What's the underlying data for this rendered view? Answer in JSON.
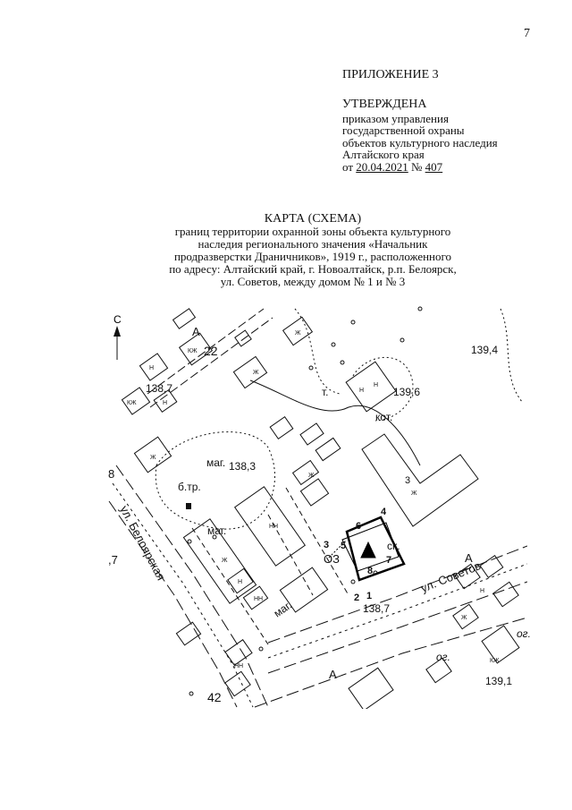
{
  "page_number": "7",
  "appendix": "ПРИЛОЖЕНИЕ 3",
  "approval": {
    "title": "УТВЕРЖДЕНА",
    "line1": "приказом управления",
    "line2": "государственной охраны",
    "line3": "объектов культурного наследия",
    "line4": "Алтайского края",
    "from_label": "от",
    "date": "20.04.2021",
    "number_label": "№",
    "number": "407"
  },
  "title": {
    "main": "КАРТА (СХЕМА)",
    "line1": "границ территории охранной зоны объекта культурного",
    "line2": "наследия регионального значения «Начальник",
    "line3": "продразверстки Драничников», 1919 г., расположенного",
    "line4": "по адресу: Алтайский край, г. Новоалтайск, р.п. Белоярск,",
    "line5": "ул. Советов, между домом № 1 и № 3"
  },
  "map": {
    "north": "С",
    "elevations": [
      "139,4",
      "138,7",
      "139,6",
      "138,3",
      "138,7",
      "139,1"
    ],
    "streets": [
      "ул. Белоярская",
      "ул. Советов"
    ],
    "labels": {
      "shop": "маг.",
      "b_tr": "б.тр.",
      "kot": "кот.",
      "t": "т.",
      "sk": "ск.",
      "og": "ог.",
      "zone": "ОЗ",
      "house_22": "22",
      "house_42": "42",
      "a": "А",
      "building_code_zh": "Ж",
      "building_code_n": "Н",
      "building_code_kzh": "КЖ",
      "building_code_nn": "НН",
      "number_3": "3",
      "edge_8": "8",
      "edge_7": ",7"
    },
    "zone_points": [
      "1",
      "2",
      "3",
      "4",
      "5",
      "6",
      "7",
      "8"
    ]
  }
}
